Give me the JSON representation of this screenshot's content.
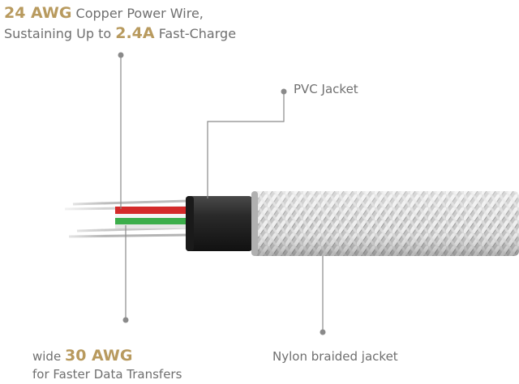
{
  "labels": {
    "power": {
      "line1_hl": "24 AWG",
      "line1_rest": " Copper Power Wire,",
      "line2_pre": "Sustaining Up to ",
      "line2_hl": "2.4A",
      "line2_rest": " Fast-Charge"
    },
    "pvc": "PVC Jacket",
    "data": {
      "line1_pre": "wide ",
      "line1_hl": "30 AWG",
      "line2": "for Faster Data Transfers"
    },
    "nylon": "Nylon braided jacket"
  },
  "colors": {
    "accent": "#b89a5e",
    "text": "#6f6f6f",
    "leader": "#8a8a8a",
    "wire_red": "#d42a2a",
    "wire_green": "#3cae4b",
    "pvc": "#2b2b2b",
    "braid": "#c9c9c9"
  }
}
